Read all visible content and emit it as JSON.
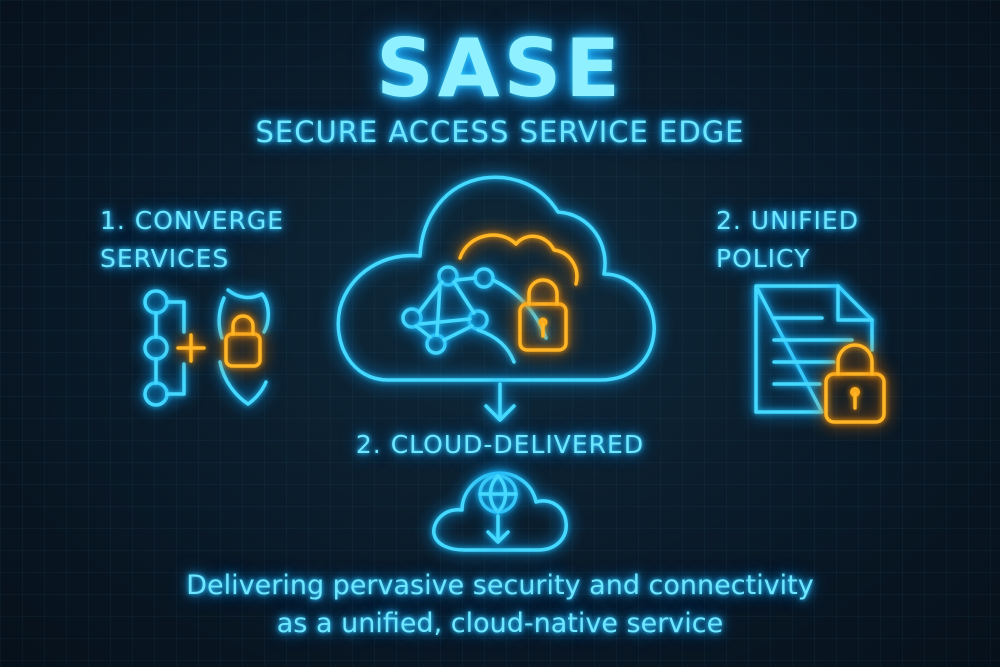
{
  "header": {
    "title": "SASE",
    "subtitle": "SECURE ACCESS SERVICE EDGE"
  },
  "pillars": {
    "left": {
      "line1": "1. CONVERGE",
      "line2": "SERVICES"
    },
    "right": {
      "line1": "2. UNIFIED",
      "line2": "POLICY"
    },
    "middle": {
      "label": "2. CLOUD-DELIVERED"
    }
  },
  "tagline": {
    "line1": "Delivering pervasive security and connectivity",
    "line2": "as a unified, cloud-native service"
  },
  "icons": {
    "left": [
      "node-chain-icon",
      "plus-icon",
      "shield-lock-icon"
    ],
    "center": [
      "cloud-icon",
      "network-nodes-icon",
      "padlock-icon",
      "arrow-down-icon"
    ],
    "bottom": [
      "globe-cloud-download-icon"
    ],
    "right": [
      "policy-document-icon",
      "padlock-icon"
    ]
  },
  "colors": {
    "neon_cyan": "#46d9ff",
    "neon_orange": "#ffb627",
    "background": "#0a1a28"
  }
}
